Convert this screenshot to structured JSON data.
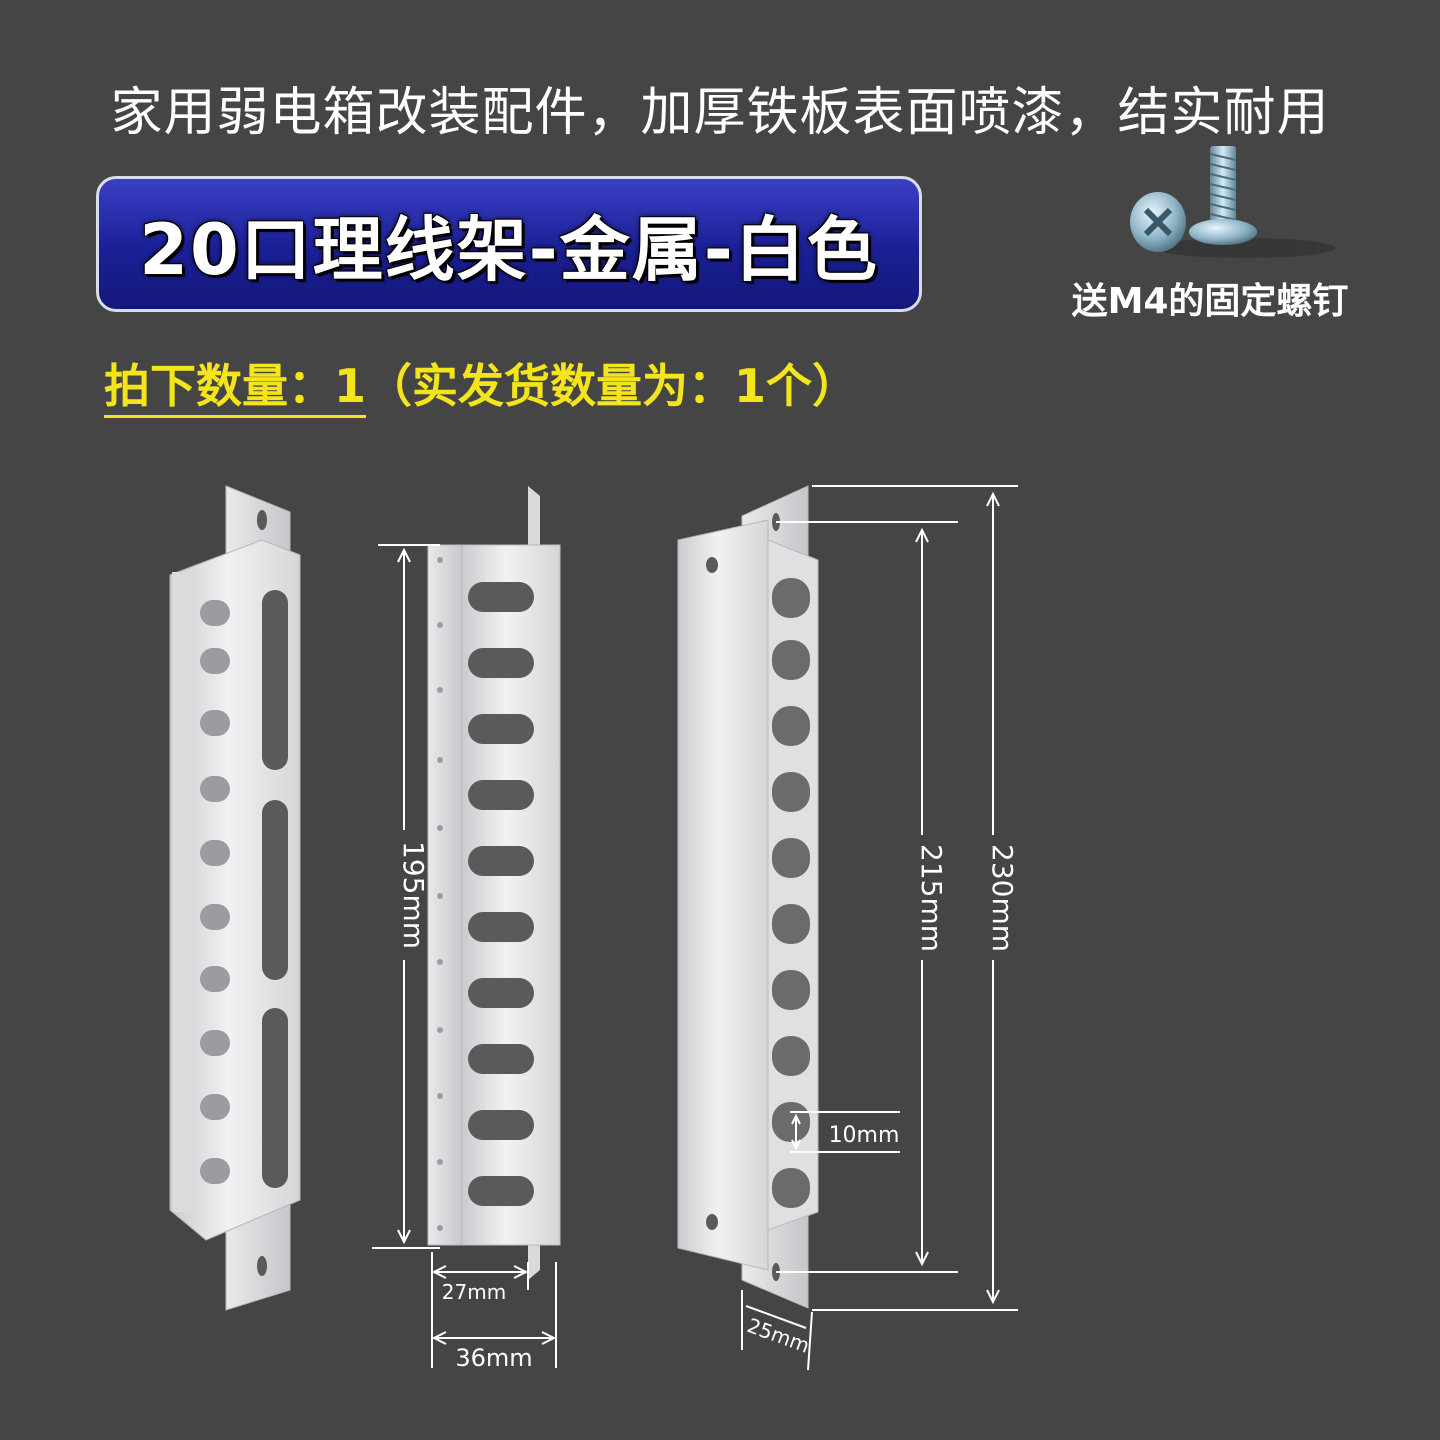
{
  "headline": "家用弱电箱改装配件，加厚铁板表面喷漆，结实耐用",
  "banner_title": "20口理线架-金属-白色",
  "screw_label": "送M4的固定螺钉",
  "quantity": {
    "part1": "拍下数量：1",
    "part2": "（实发货数量为：1个）"
  },
  "dimensions": {
    "height_195": "195mm",
    "height_215": "215mm",
    "height_230": "230mm",
    "slot_10": "10mm",
    "width_27": "27mm",
    "width_36": "36mm",
    "depth_25": "25mm"
  },
  "colors": {
    "background": "#454545",
    "banner_blue": "#1a1f95",
    "quantity_yellow": "#f3e51a",
    "metal_white": "#e8e9eb"
  }
}
